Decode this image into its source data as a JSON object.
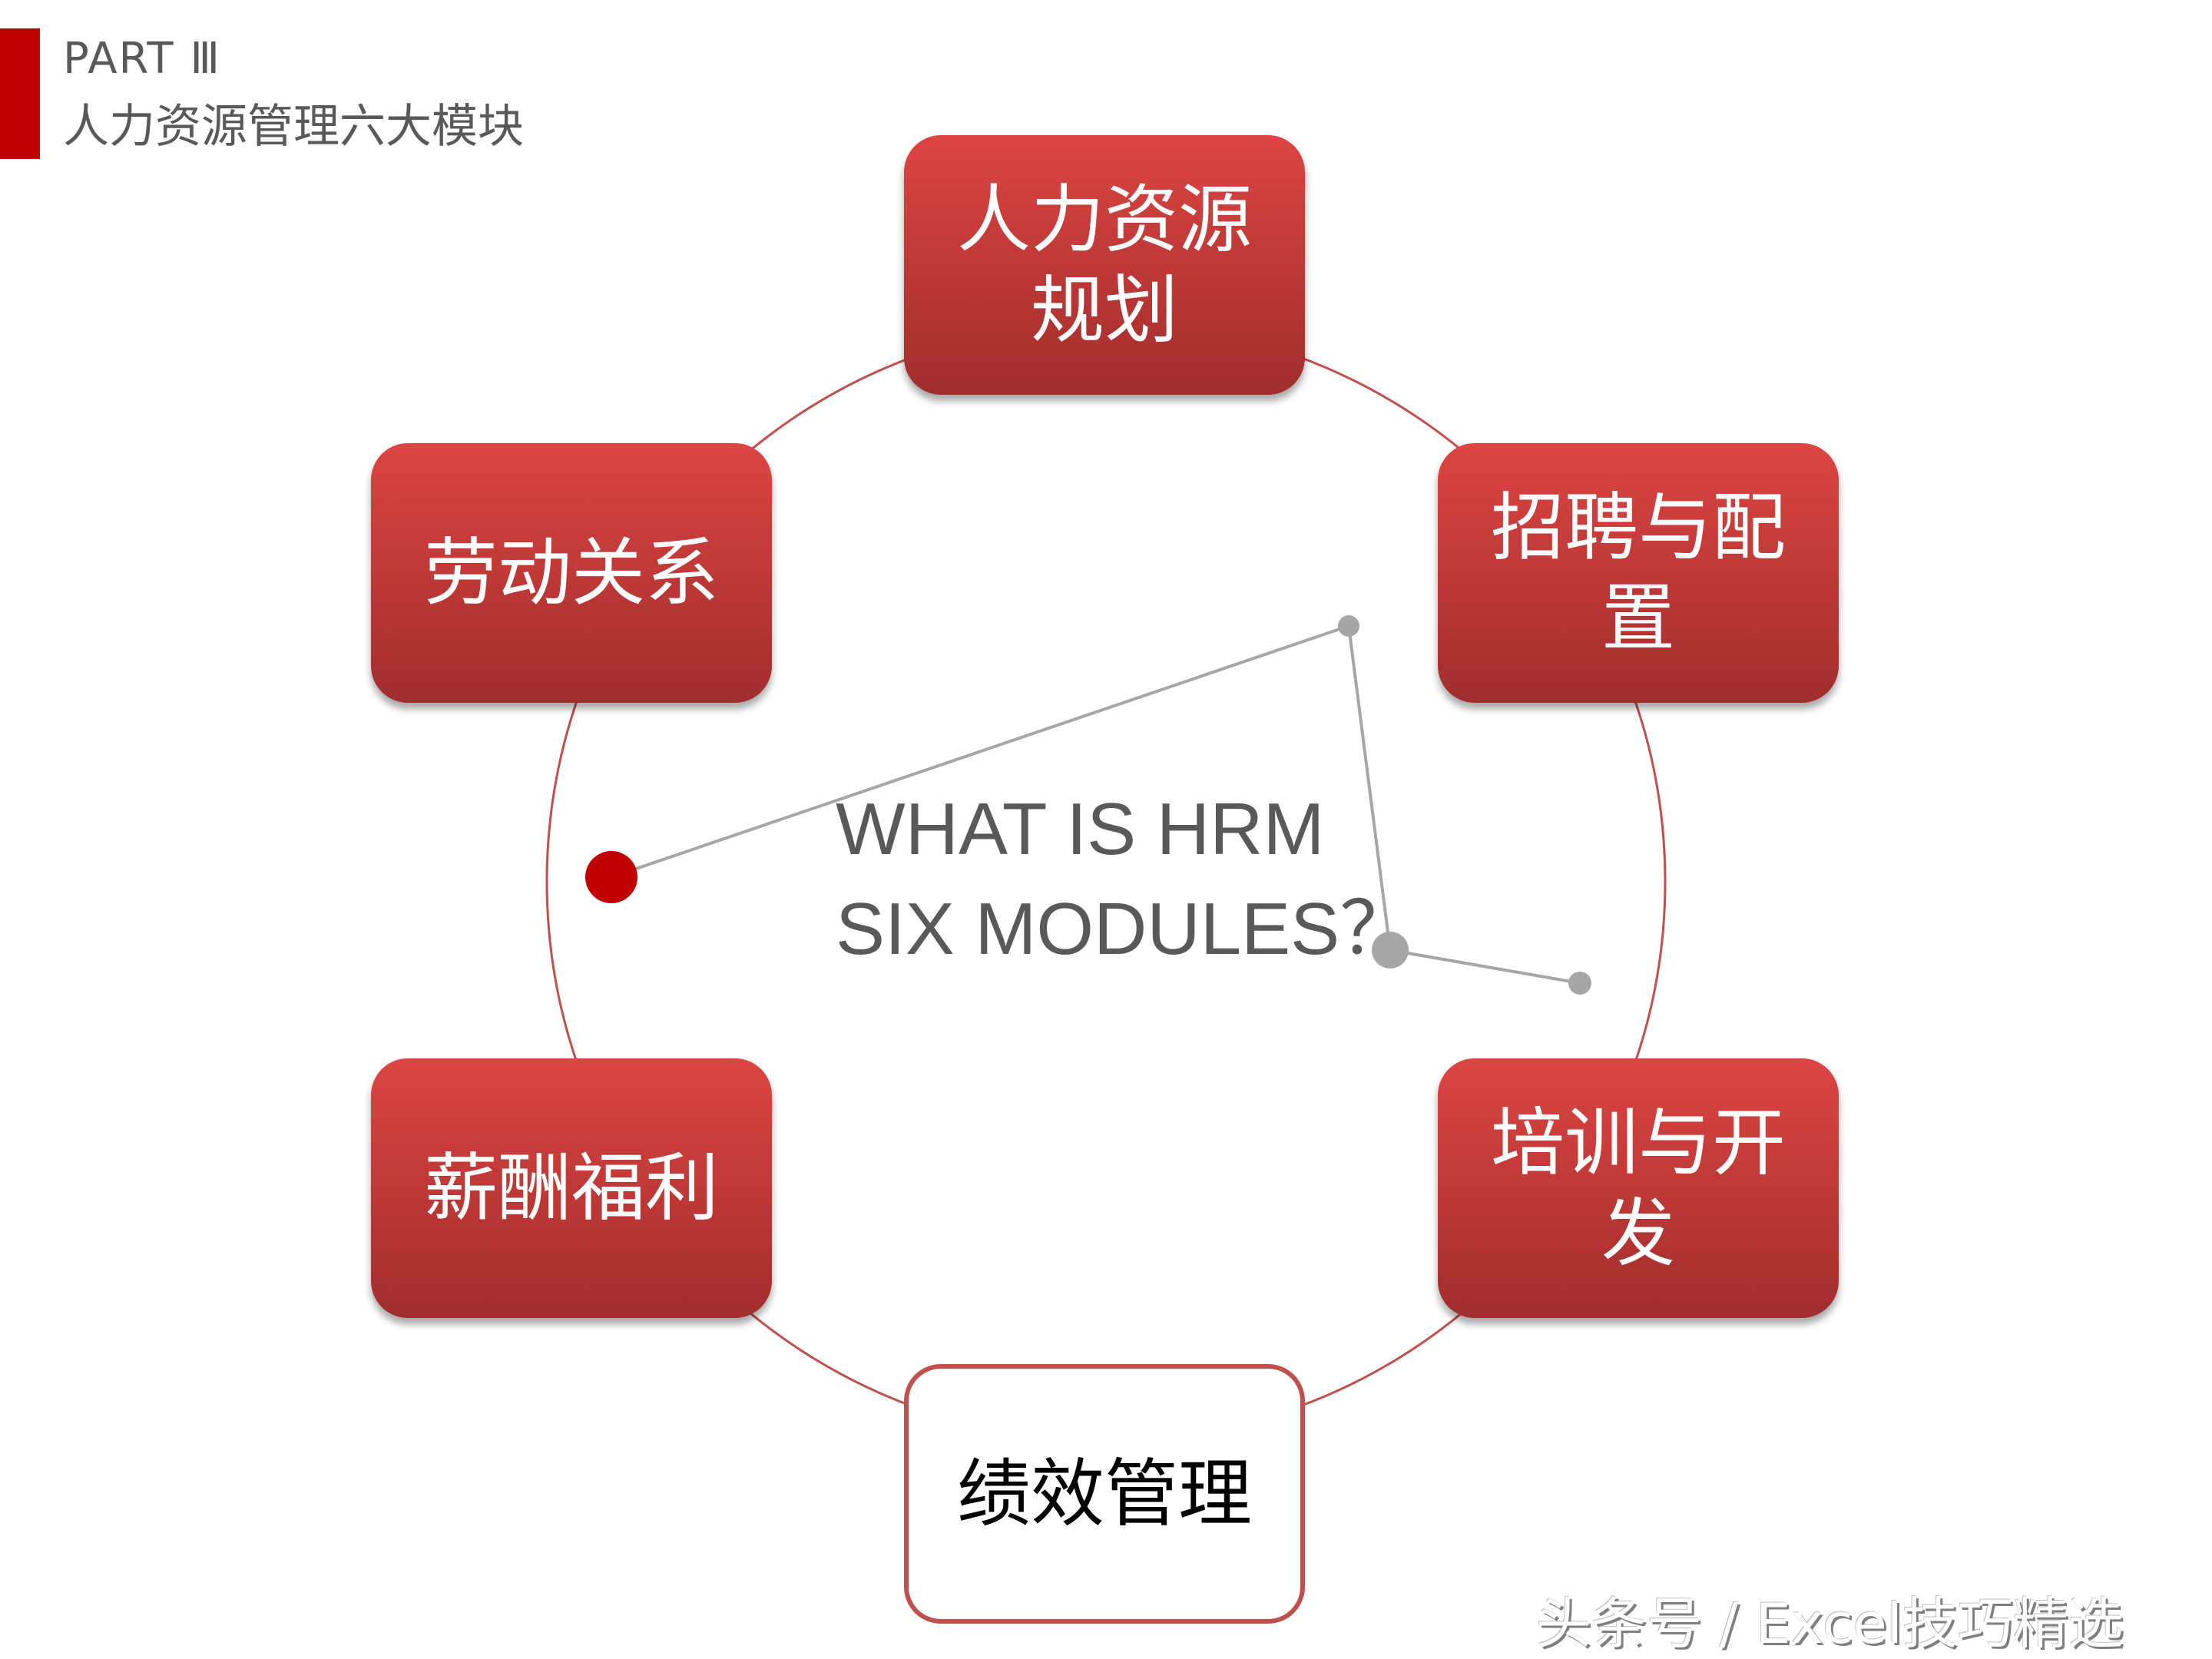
{
  "header": {
    "part": "PART Ⅲ",
    "subtitle": "人力资源管理六大模块"
  },
  "center": {
    "line1": "WHAT IS HRM",
    "line2": "SIX MODULES？"
  },
  "modules": [
    {
      "label": "人力资源规划",
      "style": "filled"
    },
    {
      "label": "招聘与配置",
      "style": "filled"
    },
    {
      "label": "培训与开发",
      "style": "filled"
    },
    {
      "label": "绩效管理",
      "style": "outline"
    },
    {
      "label": "薪酬福利",
      "style": "filled"
    },
    {
      "label": "劳动关系",
      "style": "filled"
    }
  ],
  "colors": {
    "accent": "#c00000",
    "box_top": "#dc4542",
    "box_bottom": "#a12d2d",
    "ring": "#c0504d",
    "text_gray": "#595959",
    "connector_gray": "#a6a6a6"
  },
  "watermark": "头条号 / Excel技巧精选"
}
